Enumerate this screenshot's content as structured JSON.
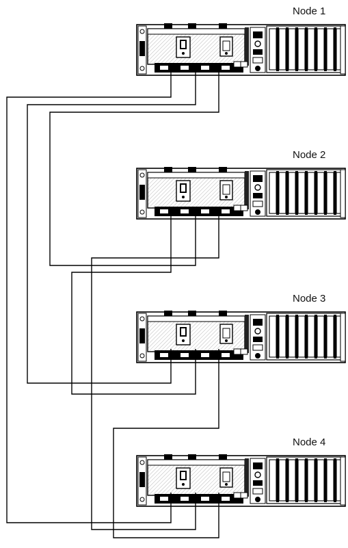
{
  "diagram": {
    "nodes": [
      {
        "label": "Node 1"
      },
      {
        "label": "Node 2"
      },
      {
        "label": "Node 3"
      },
      {
        "label": "Node 4"
      }
    ]
  }
}
